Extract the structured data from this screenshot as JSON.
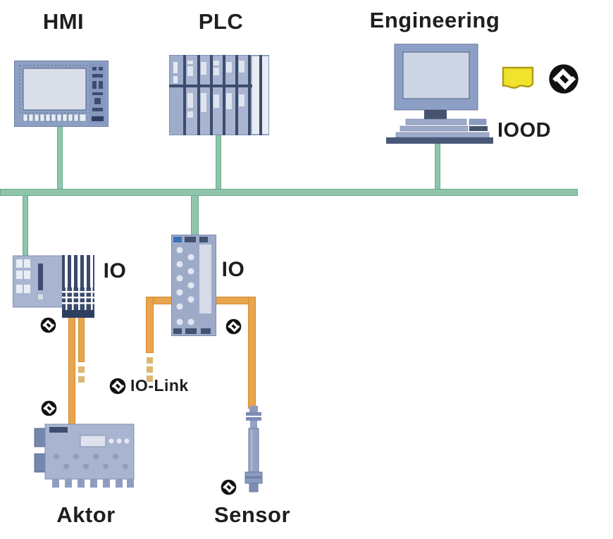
{
  "diagram": {
    "labels": {
      "hmi": "HMI",
      "plc": "PLC",
      "engineering": "Engineering",
      "iodd": "IOOD",
      "io_left": "IO",
      "io_right": "IO",
      "io_link": "IO-Link",
      "aktor": "Aktor",
      "sensor": "Sensor"
    },
    "icons": {
      "io_link_logo": "io-link-logo",
      "iodd_document": "iodd-document-icon"
    },
    "colors": {
      "background": "#ffffff",
      "bus_green": "#8fc5ab",
      "bus_green_dark": "#68aa8c",
      "cable_orange": "#e9a44e",
      "cable_orange_dark": "#d18c33",
      "cable_dash": "#dcb873",
      "device_body": "#a8b4d0",
      "device_dark": "#3d4d6f",
      "device_light": "#d9dee9",
      "iodd_yellow": "#f1e32d",
      "logo_black": "#111111",
      "label_text": "#1e1e1e"
    }
  }
}
